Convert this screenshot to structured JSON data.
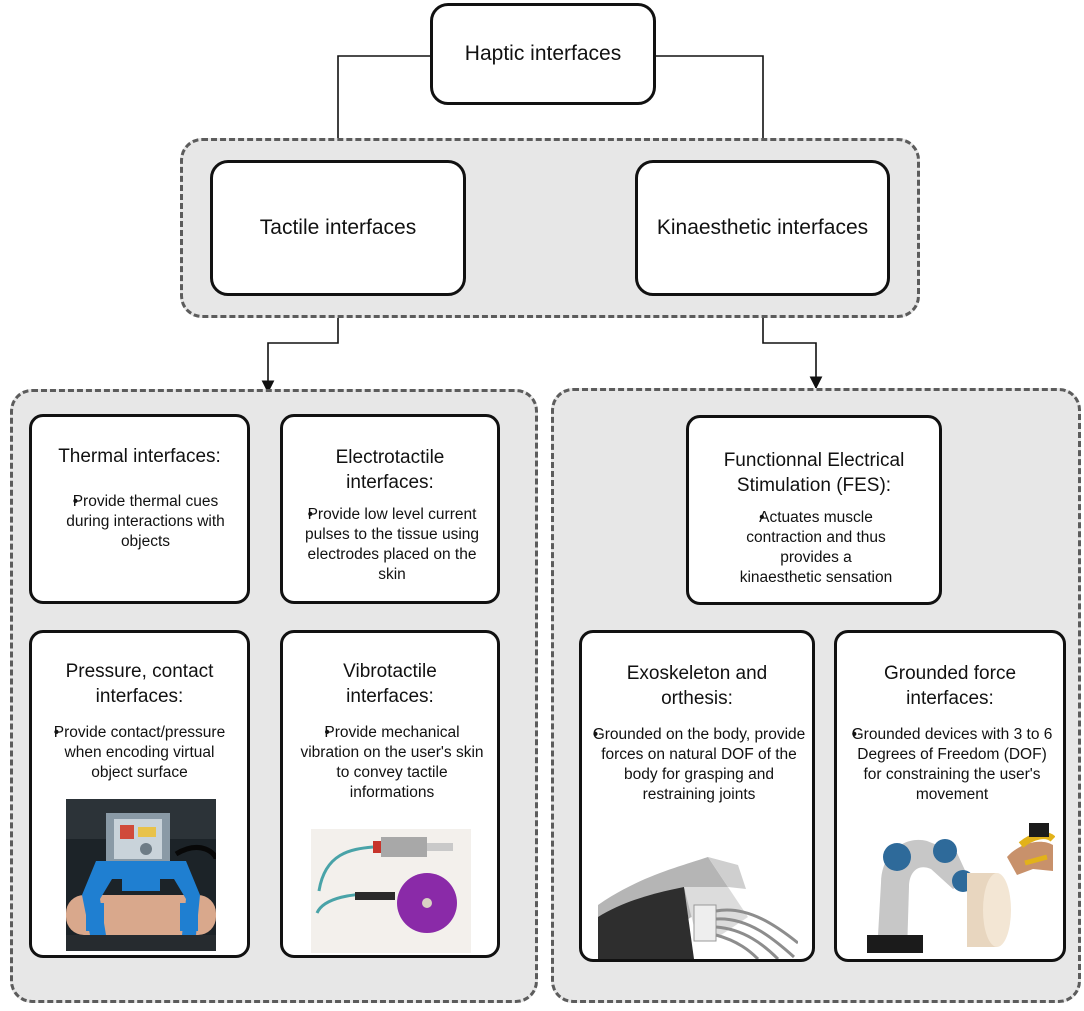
{
  "root": {
    "label": "Haptic interfaces"
  },
  "level1": {
    "tactile": {
      "label": "Tactile interfaces"
    },
    "kinaesthetic": {
      "label": "Kinaesthetic interfaces"
    }
  },
  "tactile_cards": {
    "thermal": {
      "title": "Thermal interfaces:",
      "bullet": "Provide thermal cues during interactions with objects"
    },
    "electrotactile": {
      "title": "Electrotactile interfaces:",
      "bullet": "Provide low level current pulses to the tissue using electrodes placed on the skin"
    },
    "pressure": {
      "title": "Pressure, contact interfaces:",
      "bullet": "Provide contact/pressure when encoding virtual object surface"
    },
    "vibrotactile": {
      "title": "Vibrotactile interfaces:",
      "bullet": "Provide mechanical vibration on the user's skin to convey tactile informations"
    }
  },
  "kinaesthetic_cards": {
    "fes": {
      "title": "Functionnal Electrical Stimulation (FES):",
      "bullet": "Actuates muscle contraction and thus provides a kinaesthetic sensation"
    },
    "exoskeleton": {
      "title": "Exoskeleton and orthesis:",
      "bullet": "Grounded on the body, provide forces on natural DOF of the body for grasping and restraining joints"
    },
    "grounded": {
      "title": "Grounded force interfaces:",
      "bullet": "Grounded devices with 3 to 6 Degrees of Freedom (DOF) for constraining the user's movement"
    }
  },
  "colors": {
    "group_fill": "#e7e7e7",
    "group_border": "#5c5c5c",
    "node_border": "#111111"
  }
}
